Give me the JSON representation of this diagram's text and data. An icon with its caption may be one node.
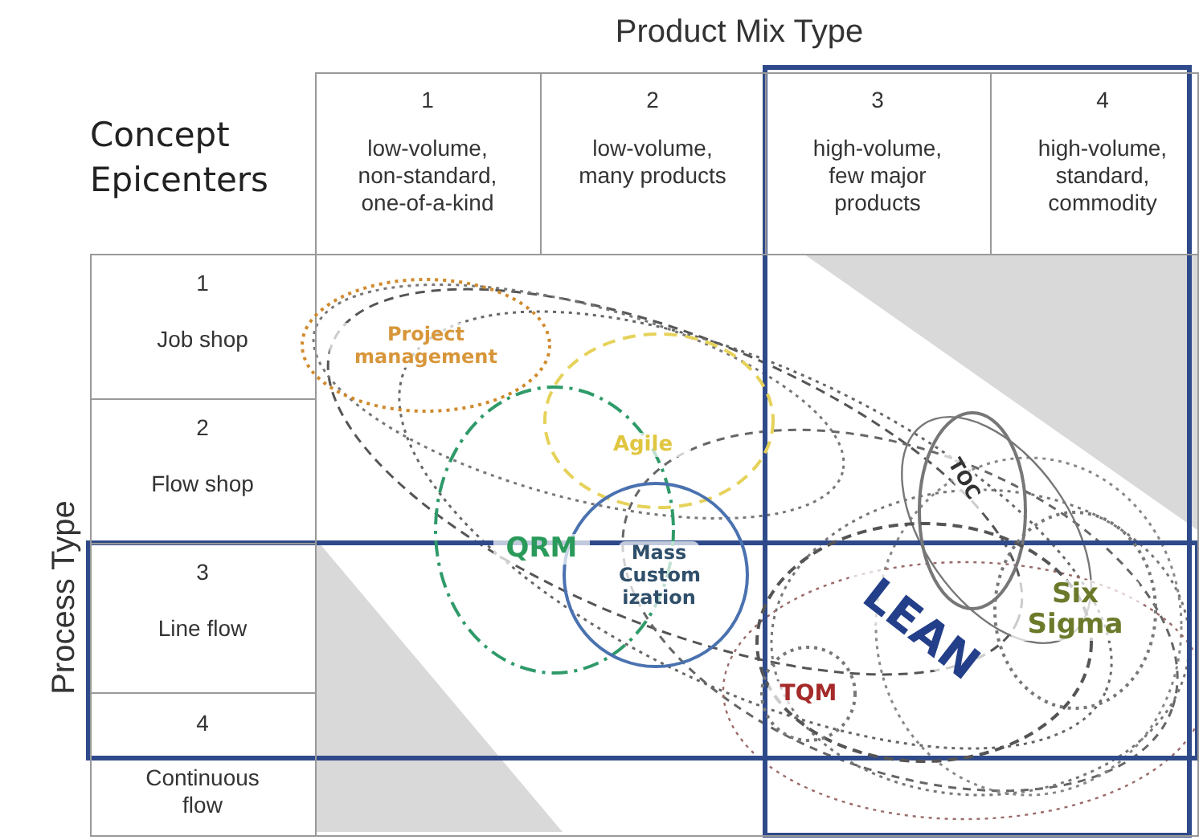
{
  "diagram": {
    "nodes": [
      {
        "text": [
          "Project management"
        ]
      },
      {
        "text": [
          "Agile"
        ]
      },
      {
        "text": [
          "QRM"
        ]
      },
      {
        "text": [
          "Mass Custom ization"
        ]
      },
      {
        "text": [
          "TOC"
        ]
      },
      {
        "text": [
          "LEAN"
        ]
      },
      {
        "text": [
          "TQM"
        ],
        "in": 5
      },
      {
        "text": [
          "Six Sigma"
        ]
      }
    ],
    "edges": [],
    "labels": [
      "Product Mix Type",
      "Concept Epicenters",
      "1",
      "low-volume, non-standard, one-of-a-kind",
      "2",
      "low-volume, many products",
      "3",
      "high-volume, few major products",
      "4",
      "high-volume, standard, commodity",
      "Process Type",
      "1",
      "Job shop",
      "2",
      "Flow shop",
      "3",
      "Line flow",
      "4",
      "Continuous flow"
    ]
  }
}
